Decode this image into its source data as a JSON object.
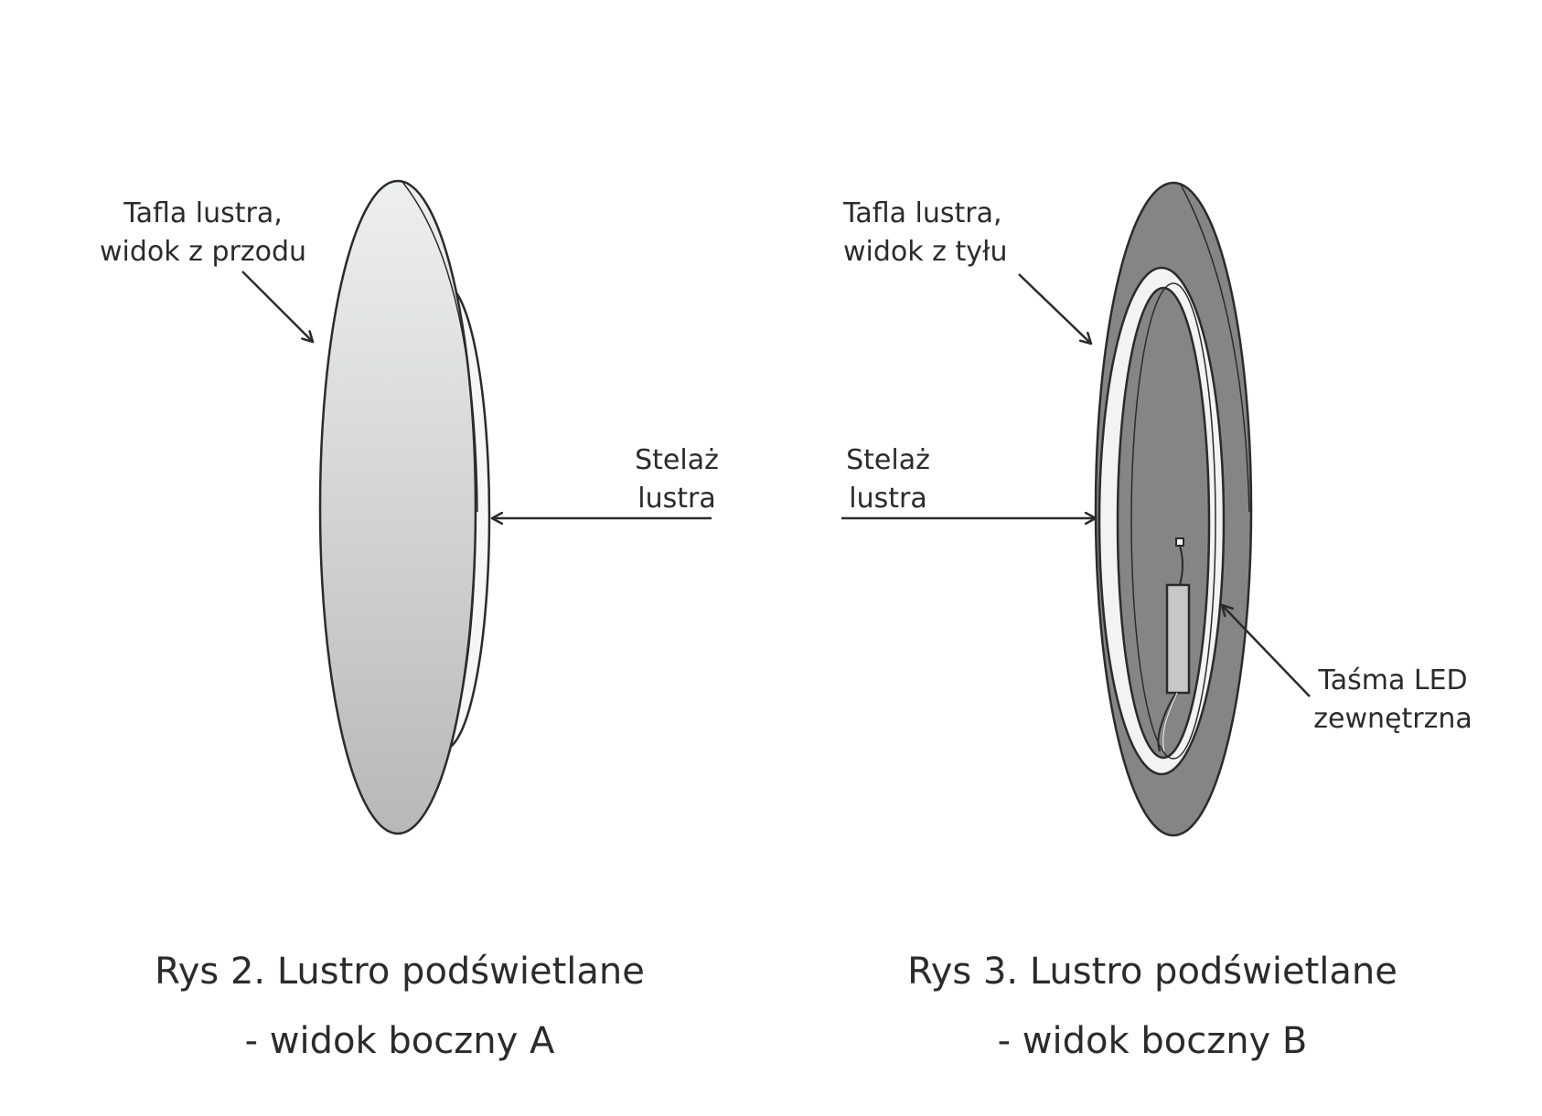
{
  "figure_a": {
    "label_front": [
      "Tafla lustra,",
      "widok z przodu"
    ],
    "label_frame": [
      "Stelaż",
      "lustra"
    ],
    "caption": [
      "Rys 2.  Lustro podświetlane",
      "- widok boczny A"
    ]
  },
  "figure_b": {
    "label_back": [
      "Tafla lustra,",
      "widok z tyłu"
    ],
    "label_frame": [
      "Stelaż",
      "lustra"
    ],
    "label_led": [
      "Taśma LED",
      "zewnętrzna"
    ],
    "caption": [
      "Rys 3.  Lustro podświetlane",
      "- widok boczny B"
    ]
  },
  "colors": {
    "outline": "#2b2b2b",
    "mirror_light": "#eef0ef",
    "mirror_dark": "#b8b8b8",
    "back_panel": "#858585",
    "frame_ring": "#f3f3f3",
    "text": "#2b2b2b"
  }
}
